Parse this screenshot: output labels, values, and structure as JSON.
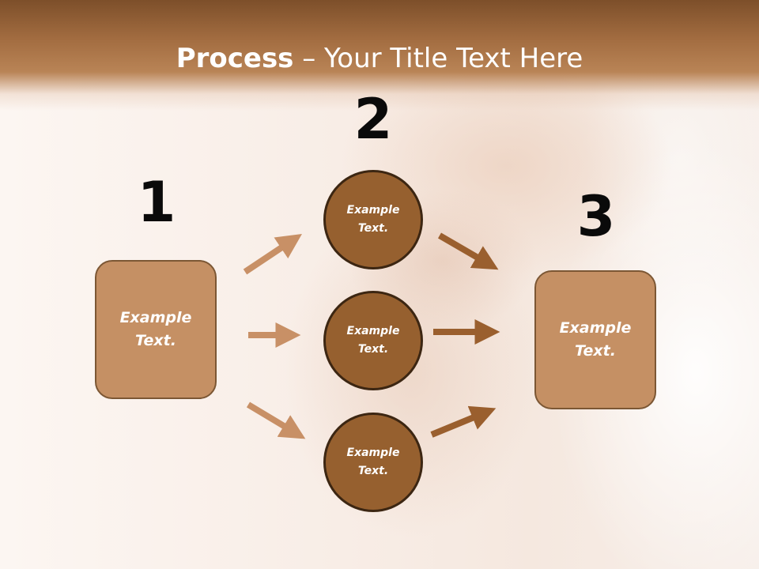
{
  "slide": {
    "title_bold": "Process",
    "title_rest": " – Your Title Text Here"
  },
  "steps": [
    {
      "number": "1",
      "text": "Example\nText."
    },
    {
      "number": "2",
      "items": [
        "Example\nText.",
        "Example\nText.",
        "Example\nText."
      ]
    },
    {
      "number": "3",
      "text": "Example\nText."
    }
  ],
  "colors": {
    "header": "#a26c40",
    "box_fill": "#c59064",
    "circle_fill": "#96602f",
    "arrow_light": "#c89066",
    "arrow_dark": "#9a5f2e"
  }
}
